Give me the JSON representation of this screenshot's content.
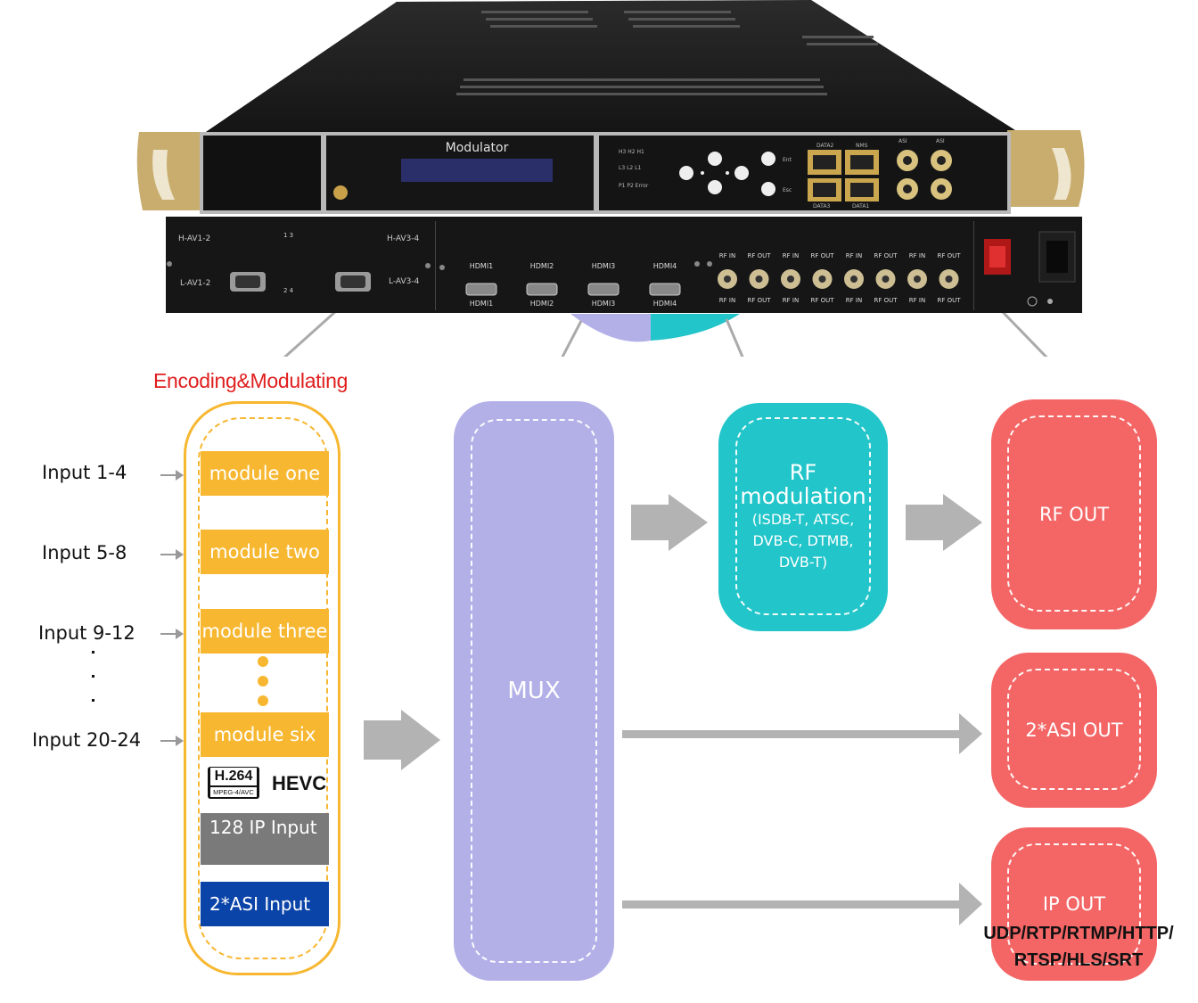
{
  "device": {
    "front_title": "Modulator",
    "front_indicators_row1": "H3  H2  H1",
    "front_indicators_row2": "L3  L2  L1",
    "front_indicators_row3": "P1  P2  Error",
    "btn_ent": "Ent",
    "btn_esc": "Esc",
    "port_data2": "DATA2",
    "port_nms": "NMS",
    "port_data3": "DATA3",
    "port_data1": "DATA1",
    "port_asi_1": "ASI",
    "port_asi_2": "ASI",
    "rear_hav12": "H-AV1-2",
    "rear_lav12": "L-AV1-2",
    "rear_hav34": "H-AV3-4",
    "rear_lav34": "L-AV3-4",
    "rear_nums_top": "1    3",
    "rear_nums_mid": "2    4",
    "hdmi_top": [
      "HDMI1",
      "HDMI2",
      "HDMI3",
      "HDMI4"
    ],
    "hdmi_bottom": [
      "HDMI1",
      "HDMI2",
      "HDMI3",
      "HDMI4"
    ],
    "rf_top": [
      "RF IN",
      "RF OUT",
      "RF IN",
      "RF OUT",
      "RF IN",
      "RF OUT",
      "RF IN",
      "RF OUT"
    ],
    "rf_bottom": [
      "RF IN",
      "RF OUT",
      "RF IN",
      "RF OUT",
      "RF IN",
      "RF OUT",
      "RF IN",
      "RF OUT"
    ]
  },
  "encoding": {
    "title": "Encoding&Modulating",
    "modules": [
      "module one",
      "module two",
      "module three",
      "module six"
    ],
    "codec_badge_main": "H.264",
    "codec_badge_sub": "MPEG-4/AVC",
    "codec_hevc": "HEVC",
    "ip_input": "128 IP Input",
    "asi_input": "2*ASI Input"
  },
  "inputs": [
    "Input  1-4",
    "Input  5-8",
    "Input 9-12",
    "Input 20-24"
  ],
  "mux": "MUX",
  "rf_modulation": {
    "title_line1": "RF",
    "title_line2": "modulation",
    "standards_line1": "(ISDB-T, ATSC,",
    "standards_line2": "DVB-C, DTMB,",
    "standards_line3": "DVB-T)"
  },
  "outputs": {
    "rf_out": "RF OUT",
    "asi_out": "2*ASI OUT",
    "ip_out": "IP OUT",
    "ip_protocols_line1": "UDP/RTP/RTMP/HTTP/",
    "ip_protocols_line2": "RTSP/HLS/SRT"
  },
  "colors": {
    "encoding_yellow": "#f7b731",
    "mux_purple": "#b3b0e8",
    "rf_teal": "#22c5c9",
    "out_red": "#f46666",
    "title_red": "#e01e1e",
    "ip_gray": "#7a7a7a",
    "asi_blue": "#0b44a8",
    "arrow_gray": "#b3b3b3"
  }
}
